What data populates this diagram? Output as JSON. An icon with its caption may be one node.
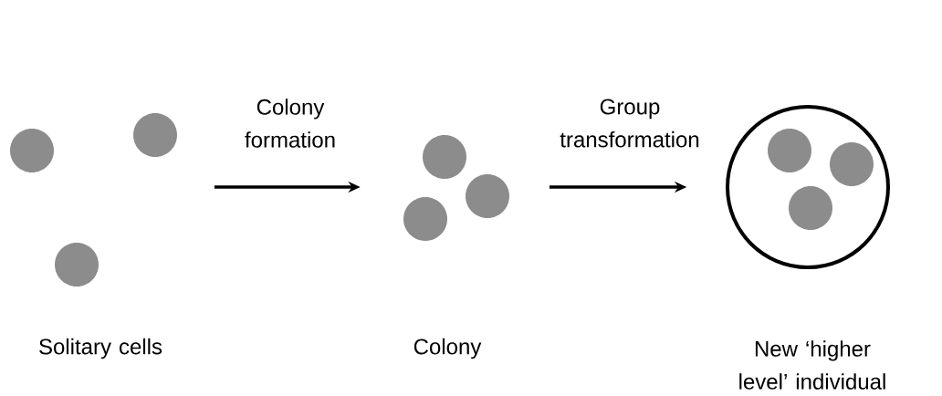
{
  "diagram": {
    "nodes": [
      {
        "text": [],
        "shape": "picture",
        "beside": [
          "Solitary cells"
        ]
      },
      {
        "text": [],
        "shape": "picture"
      },
      {
        "text": [],
        "shape": "circle",
        "beside": [
          "New ‘higher level’ individual"
        ]
      }
    ],
    "edges": [
      {
        "from": 0,
        "to": 1,
        "arrow": "to",
        "label": "Colony formation"
      },
      {
        "from": 1,
        "to": 2,
        "arrow": "to",
        "label": "Group transformation"
      }
    ],
    "labels": [
      "Colony"
    ]
  }
}
